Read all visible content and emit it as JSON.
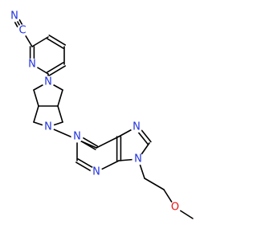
{
  "molecule": {
    "atom_color_carbon": "#000000",
    "atom_color_nitrogen": "#2233dd",
    "atom_color_oxygen": "#ee1111",
    "labels": {
      "nitrile_c": "C",
      "nitrile_n": "N",
      "pyridine_n": "N",
      "pyrrolidine_n_top": "N",
      "pyrrolidine_n_bottom": "N",
      "purine_n7": "N",
      "purine_n1": "N",
      "purine_n3": "N",
      "purine_n9": "N",
      "ether_o": "O"
    }
  }
}
